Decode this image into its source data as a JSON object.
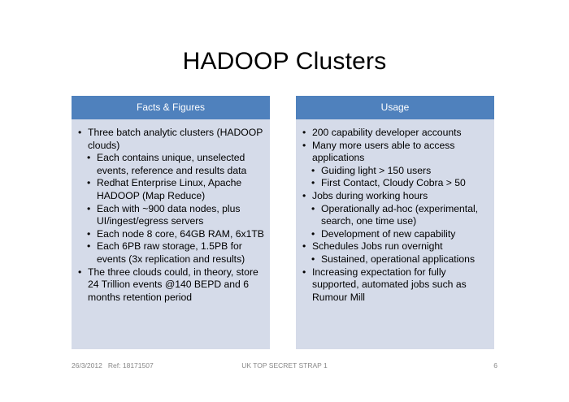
{
  "title": "HADOOP Clusters",
  "left_panel": {
    "header": "Facts & Figures",
    "items": [
      {
        "level": 1,
        "text": "Three batch analytic clusters (HADOOP clouds)"
      },
      {
        "level": 2,
        "text": "Each contains unique, unselected events, reference and results data"
      },
      {
        "level": 2,
        "text": "Redhat Enterprise Linux, Apache HADOOP (Map Reduce)"
      },
      {
        "level": 2,
        "text": "Each with ~900 data nodes, plus UI/ingest/egress servers"
      },
      {
        "level": 2,
        "text": "Each node 8 core, 64GB RAM, 6x1TB"
      },
      {
        "level": 2,
        "text": "Each 6PB raw storage, 1.5PB for events (3x replication and results)"
      },
      {
        "level": 1,
        "text": "The three clouds could, in theory, store 24 Trillion events @140 BEPD and 6 months retention period"
      }
    ]
  },
  "right_panel": {
    "header": "Usage",
    "items": [
      {
        "level": 1,
        "text": "200 capability developer accounts"
      },
      {
        "level": 1,
        "text": "Many more users able to access applications"
      },
      {
        "level": 2,
        "text": "Guiding light > 150 users"
      },
      {
        "level": 2,
        "text": "First Contact, Cloudy Cobra > 50"
      },
      {
        "level": 1,
        "text": "Jobs during working hours"
      },
      {
        "level": 2,
        "text": "Operationally ad-hoc (experimental, search, one time use)"
      },
      {
        "level": 2,
        "text": "Development of new capability"
      },
      {
        "level": 1,
        "text": "Schedules Jobs run overnight"
      },
      {
        "level": 2,
        "text": "Sustained, operational applications"
      },
      {
        "level": 1,
        "text": "Increasing expectation for fully supported, automated jobs such as Rumour Mill"
      }
    ]
  },
  "footer": {
    "date": "26/3/2012",
    "ref": "Ref: 18171507",
    "classification": "UK TOP SECRET STRAP 1",
    "page_number": "6"
  },
  "colors": {
    "header_bg": "#4f81bd",
    "panel_bg": "#d5dbe9"
  }
}
